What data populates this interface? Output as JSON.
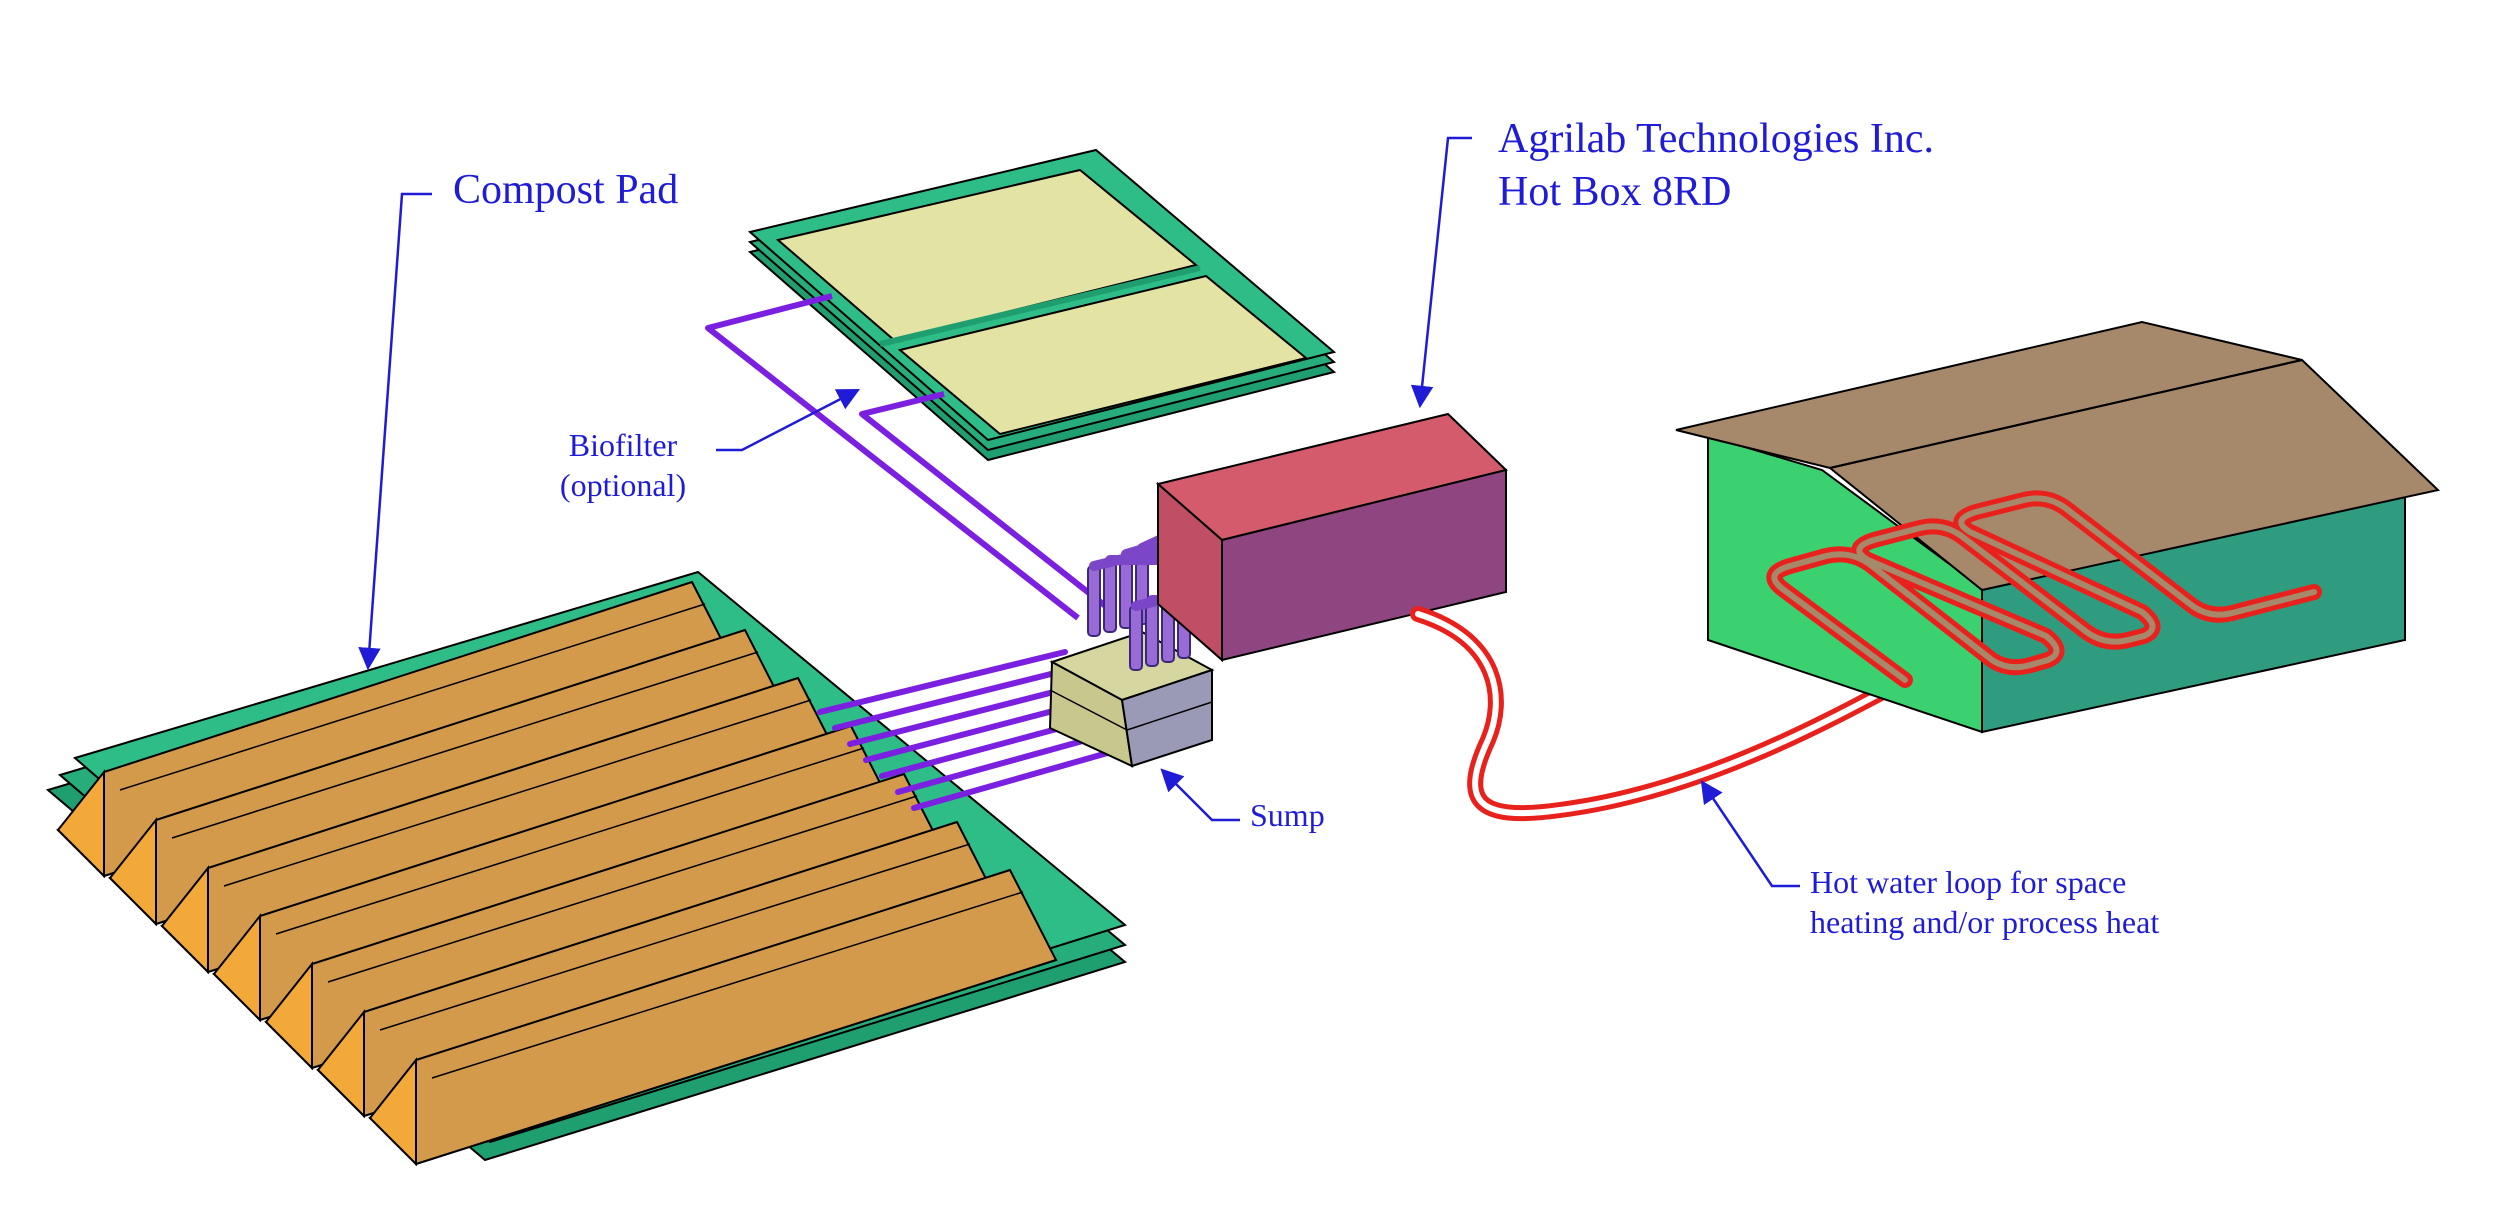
{
  "labels": {
    "compost_pad": "Compost Pad",
    "hot_box_line1": "Agrilab Technologies Inc.",
    "hot_box_line2": "Hot Box 8RD",
    "biofilter_line1": "Biofilter",
    "biofilter_line2": "(optional)",
    "sump": "Sump",
    "hot_water_line1": "Hot water loop for space",
    "hot_water_line2": "heating and/or process heat"
  },
  "colors": {
    "label_blue": "#1f1bd6",
    "pad_green": "#2ebd86",
    "windrow_tan": "#d49a4c",
    "windrow_end": "#f2a93a",
    "biofilter_media": "#e3e3a3",
    "hotbox_top": "#d35b6c",
    "hotbox_side": "#8e4580",
    "pipe_purple": "#7b1fe0",
    "hot_loop_red": "#e8211c",
    "sump_top": "#d6d6a0",
    "sump_side": "#9a9ab6",
    "building_wall": "#3cd170",
    "building_wall_dark": "#2f9c80",
    "roof": "#a6896b"
  }
}
